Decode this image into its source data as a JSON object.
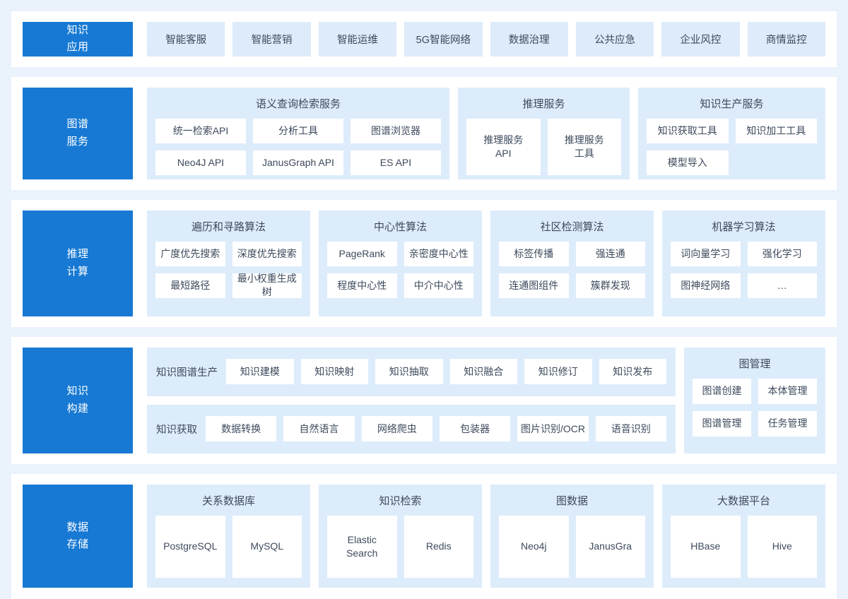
{
  "colors": {
    "page_background": "#eaf2fc",
    "card_background": "#ffffff",
    "label_blue": "#1779d3",
    "panel_blue": "#ddecfb",
    "chip_blue": "#ddebfa",
    "text": "#3d4a5c"
  },
  "rows": [
    {
      "label": "知识\n应用",
      "label_line1": "知识",
      "label_line2": "应用",
      "apps": [
        "智能客服",
        "智能营销",
        "智能运维",
        "5G智能网络",
        "数据治理",
        "公共应急",
        "企业风控",
        "商情监控"
      ]
    },
    {
      "label_line1": "图谱",
      "label_line2": "服务",
      "groups": [
        {
          "title": "语义查询检索服务",
          "tiles": [
            "统一检索API",
            "分析工具",
            "图谱浏览器",
            "Neo4J API",
            "JanusGraph API",
            "ES API"
          ]
        },
        {
          "title": "推理服务",
          "tiles": [
            "推理服务\nAPI",
            "推理服务\n工具"
          ]
        },
        {
          "title": "知识生产服务",
          "tiles": [
            "知识获取工具",
            "知识加工工具",
            "模型导入"
          ]
        }
      ]
    },
    {
      "label_line1": "推理",
      "label_line2": "计算",
      "groups": [
        {
          "title": "遍历和寻路算法",
          "tiles": [
            "广度优先搜索",
            "深度优先搜索",
            "最短路径",
            "最小权重生成树"
          ]
        },
        {
          "title": "中心性算法",
          "tiles": [
            "PageRank",
            "亲密度中心性",
            "程度中心性",
            "中介中心性"
          ]
        },
        {
          "title": "社区检测算法",
          "tiles": [
            "标签传播",
            "强连通",
            "连通图组件",
            "簇群发现"
          ]
        },
        {
          "title": "机器学习算法",
          "tiles": [
            "词向量学习",
            "强化学习",
            "图神经网络",
            "…"
          ]
        }
      ]
    },
    {
      "label_line1": "知识",
      "label_line2": "构建",
      "bands": [
        {
          "label": "知识图谱生产",
          "tiles": [
            "知识建模",
            "知识映射",
            "知识抽取",
            "知识融合",
            "知识修订",
            "知识发布"
          ]
        },
        {
          "label": "知识获取",
          "tiles": [
            "数据转换",
            "自然语言",
            "网络爬虫",
            "包装器",
            "图片识别/OCR",
            "语音识别"
          ]
        }
      ],
      "side_group": {
        "title": "图管理",
        "tiles": [
          "图谱创建",
          "本体管理",
          "图谱管理",
          "任务管理"
        ]
      }
    },
    {
      "label_line1": "数据",
      "label_line2": "存储",
      "groups": [
        {
          "title": "关系数据库",
          "tiles": [
            "PostgreSQL",
            "MySQL"
          ]
        },
        {
          "title": "知识检索",
          "tiles": [
            "Elastic\nSearch",
            "Redis"
          ]
        },
        {
          "title": "图数据",
          "tiles": [
            "Neo4j",
            "JanusGra"
          ]
        },
        {
          "title": "大数据平台",
          "tiles": [
            "HBase",
            "Hive"
          ]
        }
      ]
    }
  ]
}
